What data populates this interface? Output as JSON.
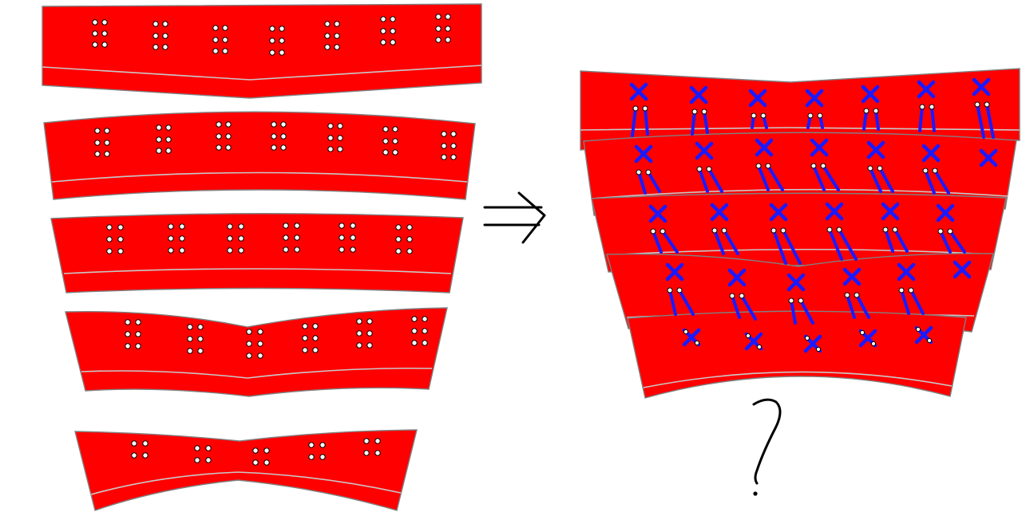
{
  "diagram": {
    "input_strips": [
      "strip-1",
      "strip-2",
      "strip-3",
      "strip-4",
      "strip-5"
    ],
    "hole_groups_per_strip": [
      7,
      7,
      6,
      6,
      5
    ],
    "output_rows": 5,
    "colors": {
      "leather": "#ff0000",
      "lacing": "#1a1aff",
      "hole": "#ffffff",
      "ink": "#000000",
      "seam": "#c8c8c8"
    },
    "icons": {
      "arrow": "double-arrow-right-icon",
      "unknown": "question-mark-icon"
    }
  }
}
